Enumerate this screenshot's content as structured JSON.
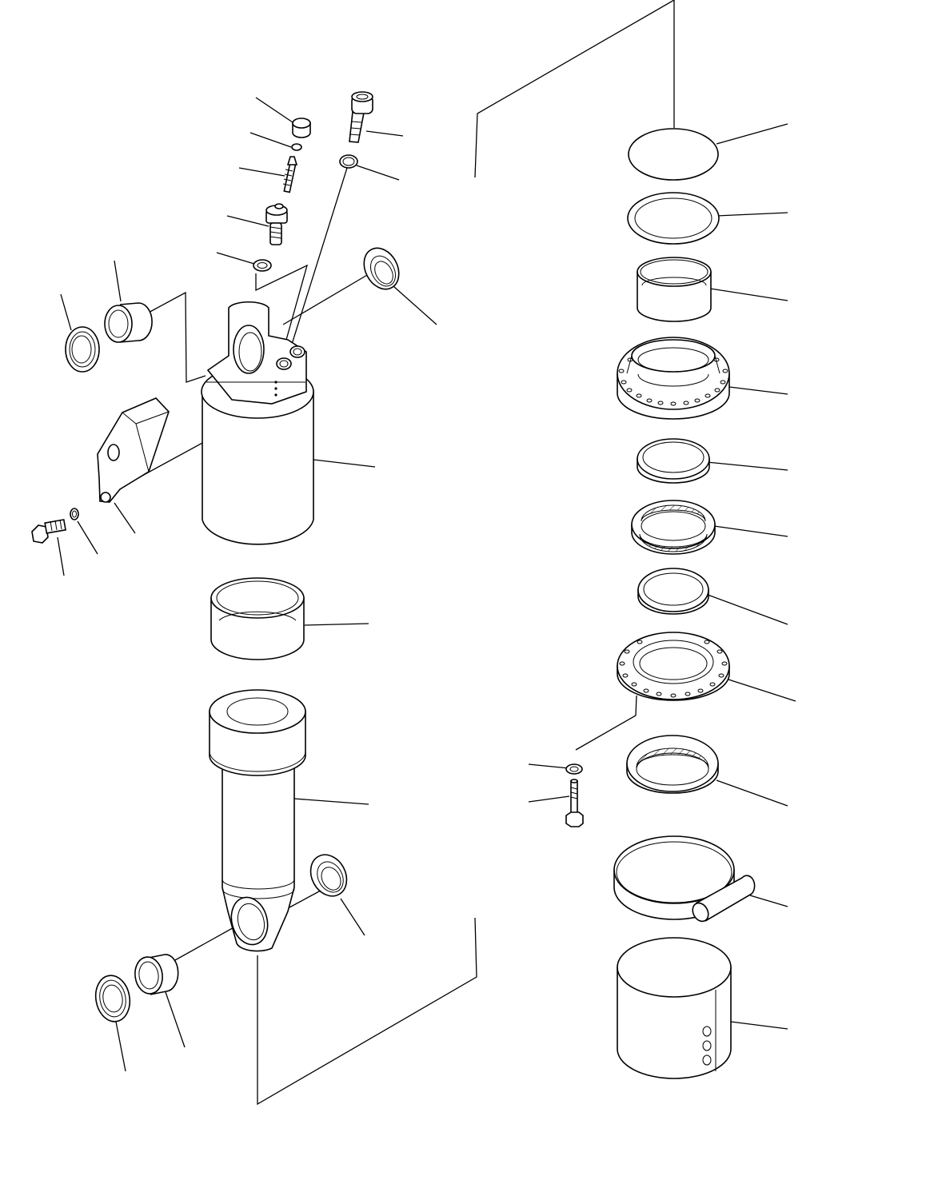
{
  "diagram": {
    "kind": "exploded parts drawing",
    "callout_labels_printed": false,
    "parts": [
      {
        "id": "cap",
        "icon": "cap-icon"
      },
      {
        "id": "ball",
        "icon": "ball-icon"
      },
      {
        "id": "valve-core",
        "icon": "valve-core-icon"
      },
      {
        "id": "grease-valve",
        "icon": "grease-valve-icon"
      },
      {
        "id": "washer-upper",
        "icon": "washer-icon"
      },
      {
        "id": "elbow-fitting",
        "icon": "elbow-fitting-icon"
      },
      {
        "id": "o-ring-upper",
        "icon": "o-ring-icon"
      },
      {
        "id": "dust-seal-top-right",
        "icon": "dust-seal-icon"
      },
      {
        "id": "dust-seal-top-left",
        "icon": "dust-seal-icon"
      },
      {
        "id": "bushing-top-left",
        "icon": "bushing-icon"
      },
      {
        "id": "cylinder",
        "icon": "cylinder-icon"
      },
      {
        "id": "bracket",
        "icon": "bracket-icon"
      },
      {
        "id": "bolt-left",
        "icon": "bolt-icon"
      },
      {
        "id": "washer-left",
        "icon": "washer-icon"
      },
      {
        "id": "sleeve",
        "icon": "sleeve-icon"
      },
      {
        "id": "piston-rod",
        "icon": "piston-rod-icon"
      },
      {
        "id": "dust-seal-bottom-right",
        "icon": "dust-seal-icon"
      },
      {
        "id": "bushing-bottom",
        "icon": "bushing-icon"
      },
      {
        "id": "dust-seal-bottom-left",
        "icon": "dust-seal-icon"
      },
      {
        "id": "plate",
        "icon": "plate-icon"
      },
      {
        "id": "backup-ring",
        "icon": "ring-icon"
      },
      {
        "id": "bushing-right",
        "icon": "bushing-icon"
      },
      {
        "id": "rod-cover-flange",
        "icon": "flange-icon"
      },
      {
        "id": "rod-seal",
        "icon": "ring-icon"
      },
      {
        "id": "buffer-ring",
        "icon": "ring-icon"
      },
      {
        "id": "wiper-ring",
        "icon": "ring-icon"
      },
      {
        "id": "retainer-flange",
        "icon": "flange-icon"
      },
      {
        "id": "washer-right",
        "icon": "washer-icon"
      },
      {
        "id": "bolt-right",
        "icon": "bolt-icon"
      },
      {
        "id": "dust-ring",
        "icon": "ring-icon"
      },
      {
        "id": "band-clamp",
        "icon": "band-clamp-icon"
      },
      {
        "id": "piston",
        "icon": "piston-icon"
      }
    ]
  }
}
